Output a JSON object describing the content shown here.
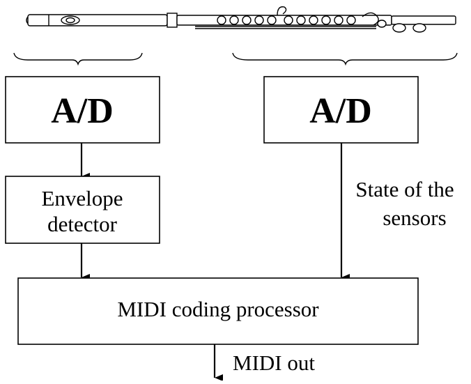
{
  "diagram": {
    "instrument": {
      "icon": "flute-icon"
    },
    "adc_left": {
      "label": "A/D"
    },
    "adc_right": {
      "label": "A/D"
    },
    "envelope_detector": {
      "line1": "Envelope",
      "line2": "detector"
    },
    "sensor_state": {
      "line1": "State of the",
      "line2": "sensors"
    },
    "midi_processor": {
      "label": "MIDI coding processor"
    },
    "midi_out": {
      "label": "MIDI out"
    },
    "colors": {
      "ink": "#000000",
      "paper": "#ffffff"
    }
  }
}
